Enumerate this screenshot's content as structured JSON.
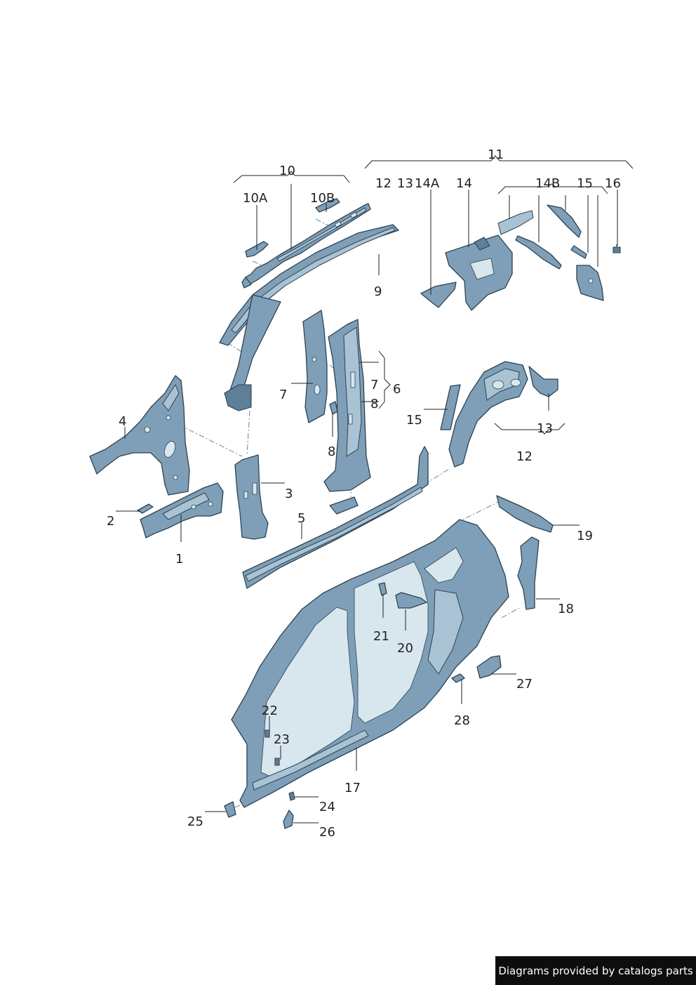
{
  "labels": {
    "l1": "1",
    "l2": "2",
    "l3": "3",
    "l4": "4",
    "l5": "5",
    "l6": "6",
    "l7a": "7",
    "l7b": "7",
    "l8a": "8",
    "l8b": "8",
    "l9": "9",
    "l10": "10",
    "l10A": "10A",
    "l10B": "10B",
    "l11": "11",
    "l12a": "12",
    "l12b": "12",
    "l13a": "13",
    "l13b": "13",
    "l14": "14",
    "l14A": "14A",
    "l14B": "14B",
    "l15a": "15",
    "l15b": "15",
    "l16": "16",
    "l17": "17",
    "l18": "18",
    "l19": "19",
    "l20": "20",
    "l21": "21",
    "l22": "22",
    "l23": "23",
    "l24": "24",
    "l25": "25",
    "l26": "26",
    "l27": "27",
    "l28": "28"
  },
  "footer": {
    "text": "Diagrams provided by catalogs parts"
  },
  "colors": {
    "part_fill": "#7e9fb7",
    "part_outline": "#2d4251",
    "footer_bg": "#0d0d0d"
  }
}
